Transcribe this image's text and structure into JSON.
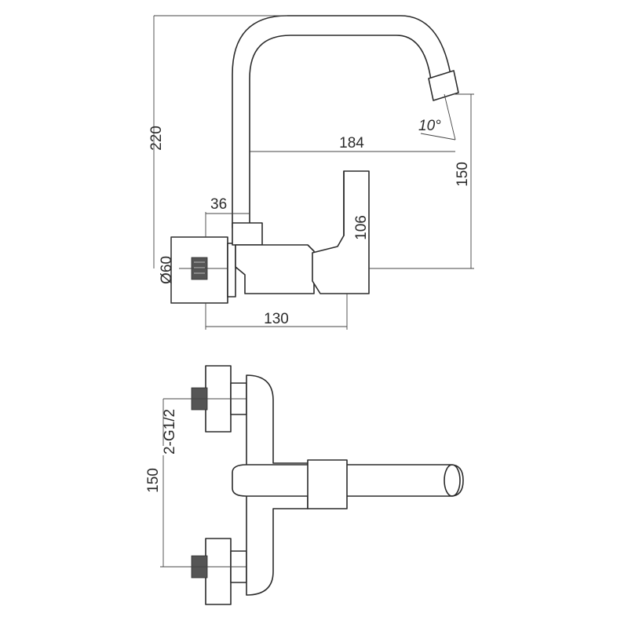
{
  "drawing": {
    "side_view": {
      "dimensions": {
        "height_total": "220",
        "spout_reach": "184",
        "spout_height": "150",
        "body_height": "106",
        "flange_width": "36",
        "flange_diameter": "Ø60",
        "body_length": "130",
        "spout_angle": "10°"
      }
    },
    "top_view": {
      "dimensions": {
        "connection": "2-G1/2",
        "inlet_spacing": "150"
      }
    }
  }
}
